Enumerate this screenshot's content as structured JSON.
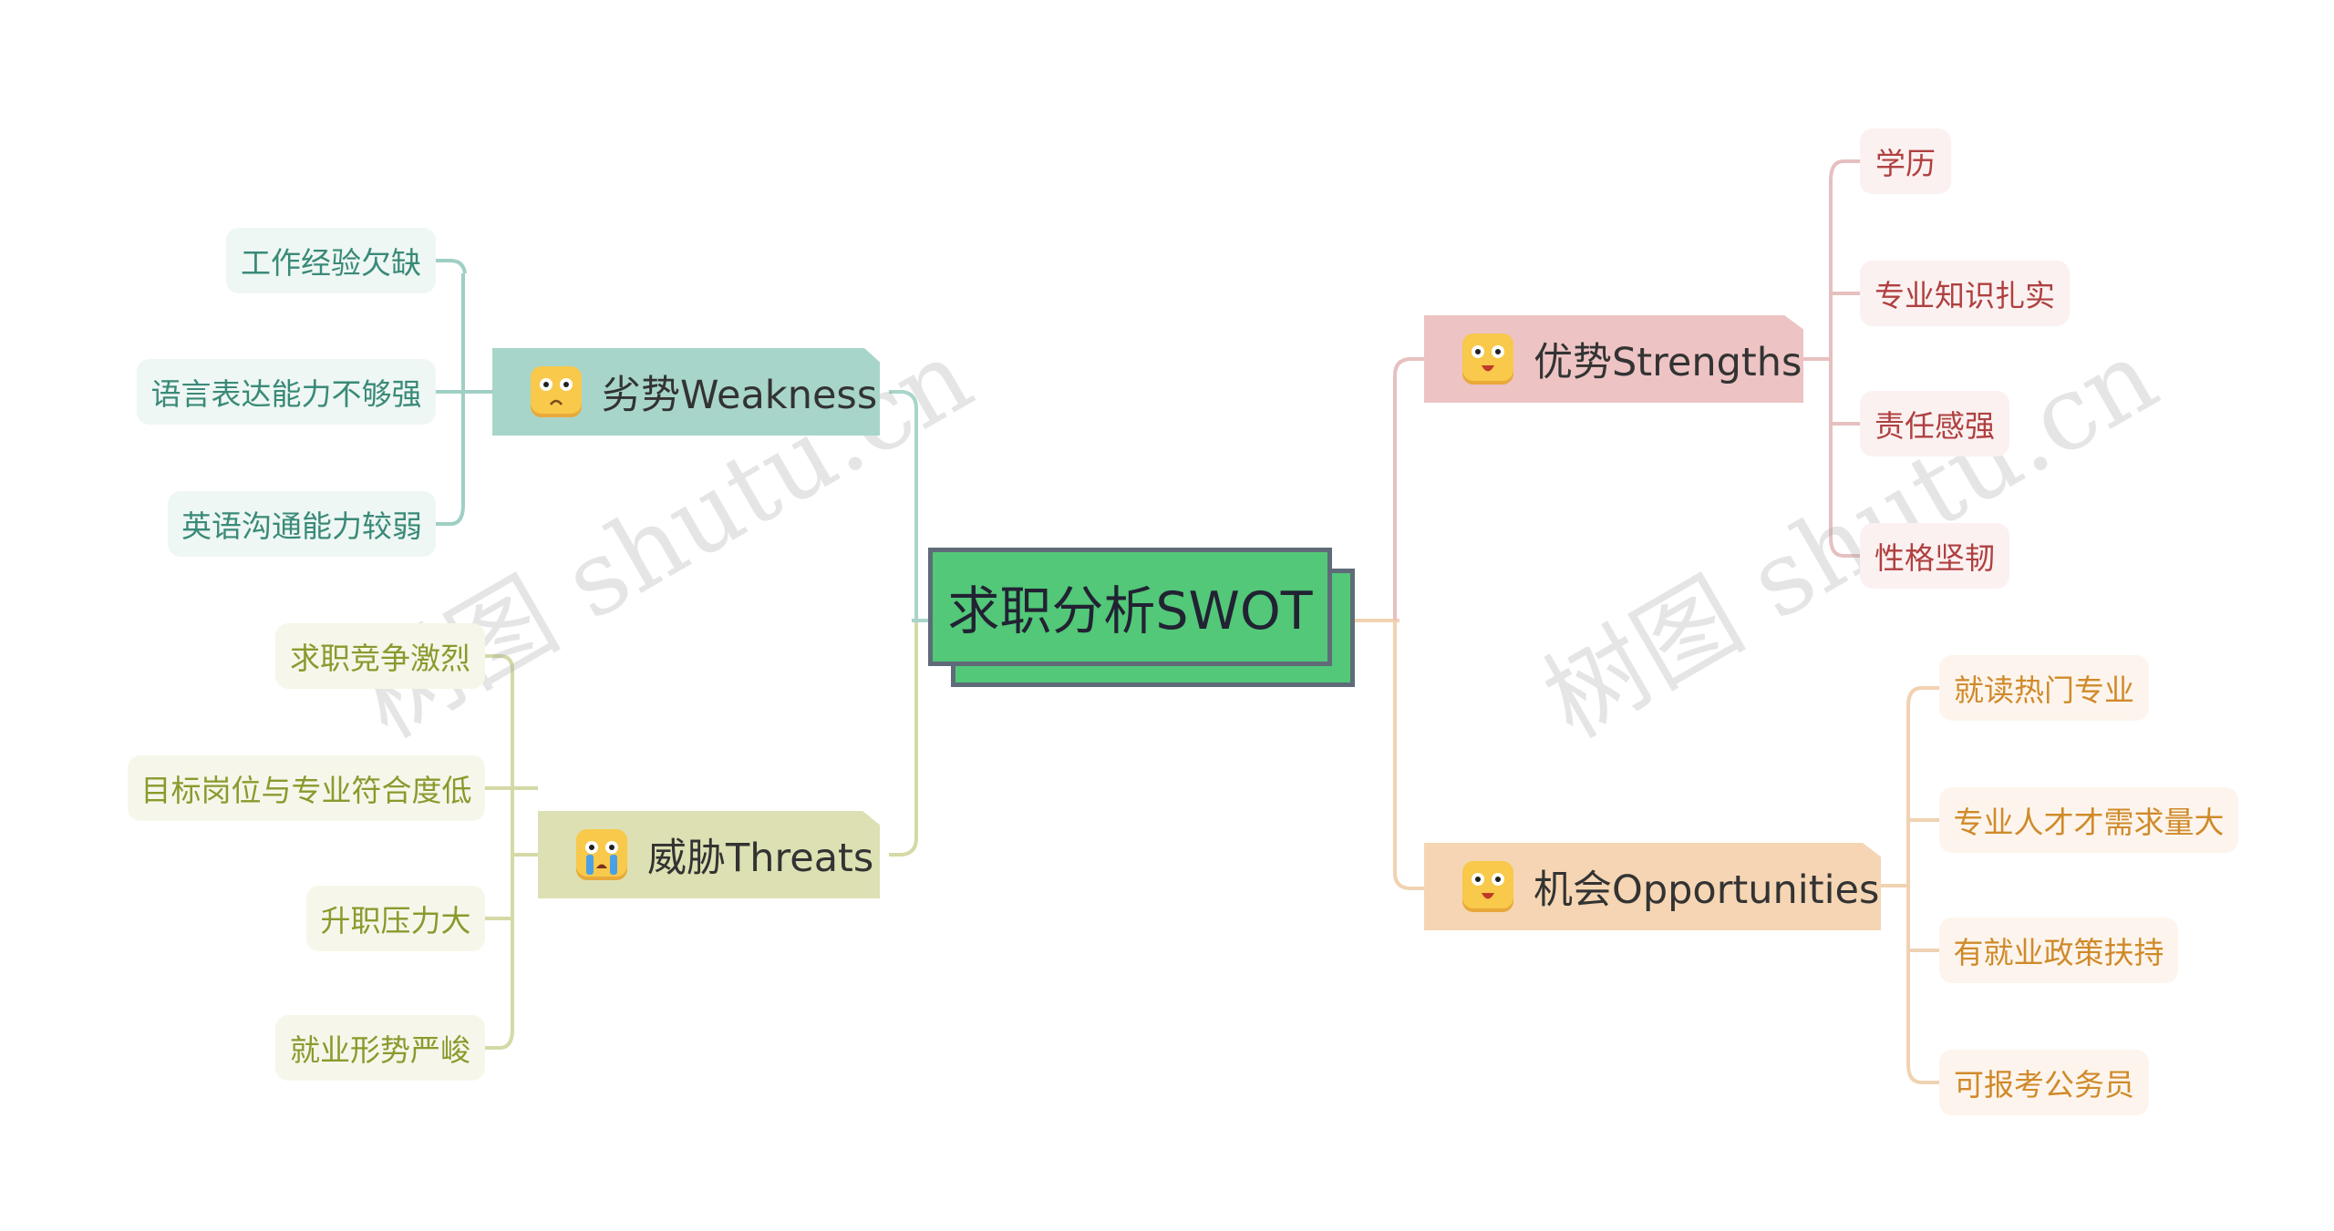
{
  "center": {
    "title": "求职分析SWOT"
  },
  "branches": {
    "weakness": {
      "label": "劣势Weakness",
      "color": "#a8d5ca",
      "leaf_bg": "#eef7f4",
      "leaf_text": "#3a8a78",
      "line": "#9fcfc4",
      "items": [
        "工作经验欠缺",
        "语言表达能力不够强",
        "英语沟通能力较弱"
      ]
    },
    "threats": {
      "label": "威胁Threats",
      "color": "#dde0b2",
      "leaf_bg": "#f6f7ea",
      "leaf_text": "#8a9a2e",
      "line": "#d5d9a6",
      "items": [
        "求职竞争激烈",
        "目标岗位与专业符合度低",
        "升职压力大",
        "就业形势严峻"
      ]
    },
    "strengths": {
      "label": "优势Strengths",
      "color": "#edc3c3",
      "leaf_bg": "#fbf1f1",
      "leaf_text": "#b04040",
      "line": "#e6c0c0",
      "items": [
        "学历",
        "专业知识扎实",
        "责任感强",
        "性格坚韧"
      ]
    },
    "opportunities": {
      "label": "机会Opportunities",
      "color": "#f5d5b3",
      "leaf_bg": "#fdf5ed",
      "leaf_text": "#d08a2a",
      "line": "#f0d2b2",
      "items": [
        "就读热门专业",
        "专业人才才需求量大",
        "有就业政策扶持",
        "可报考公务员"
      ]
    }
  },
  "watermarks": [
    "树图 shutu.cn",
    "树图 shutu.cn"
  ]
}
